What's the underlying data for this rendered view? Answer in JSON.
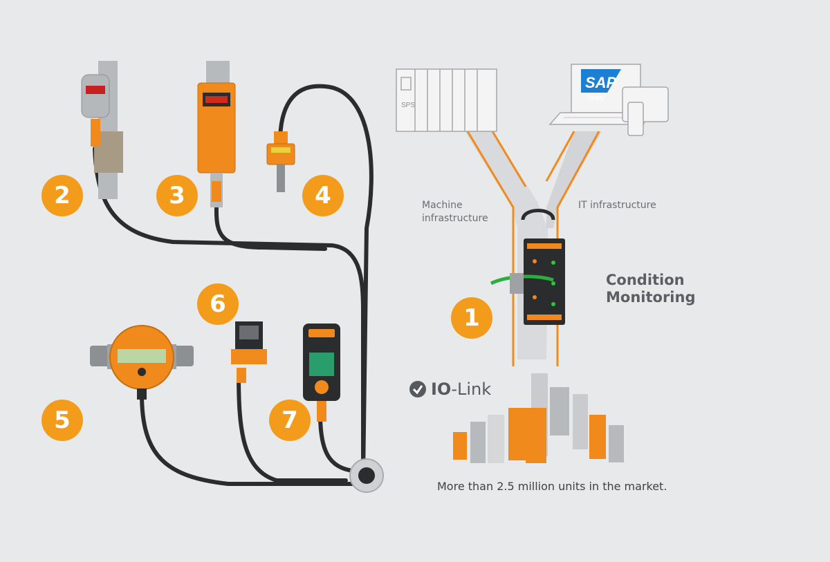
{
  "badges": [
    "1",
    "2",
    "3",
    "4",
    "5",
    "6",
    "7"
  ],
  "infrastructure": {
    "machine_line1": "Machine",
    "machine_line2": "infrastructure",
    "it": "IT infrastructure"
  },
  "condition_monitoring": {
    "line1": "Condition",
    "line2": "Monitoring"
  },
  "systems": {
    "sps_label": "SPS",
    "sap_label": "SAP",
    "sap_sub": "Ready"
  },
  "iolink_logo": {
    "bold": "IO",
    "regular": "-Link"
  },
  "market_text": "More than 2.5 million units in the market.",
  "colors": {
    "accent": "#f39c1c",
    "background": "#e7e9eb",
    "cable": "#2a2c2e",
    "device_orange": "#f08a1c",
    "sap_blue": "#1d7fd1"
  }
}
